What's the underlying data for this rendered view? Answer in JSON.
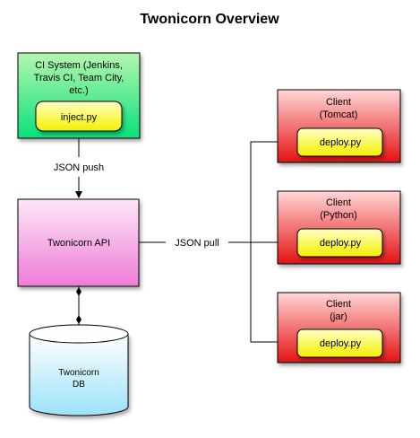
{
  "title": "Twonicorn Overview",
  "ci_system": {
    "label_lines": [
      "CI System (Jenkins,",
      "Travis CI, Team City,",
      "etc.)"
    ],
    "inner_label": "inject.py"
  },
  "edges": {
    "push_label": "JSON push",
    "pull_label": "JSON pull"
  },
  "api": {
    "label": "Twonicorn API"
  },
  "db": {
    "label_lines": [
      "Twonicorn",
      "DB"
    ]
  },
  "clients": [
    {
      "label_lines": [
        "Client",
        "(Tomcat)"
      ],
      "inner_label": "deploy.py"
    },
    {
      "label_lines": [
        "Client",
        "(Python)"
      ],
      "inner_label": "deploy.py"
    },
    {
      "label_lines": [
        "Client",
        "(jar)"
      ],
      "inner_label": "deploy.py"
    }
  ],
  "colors": {
    "ci_top": "#b6f5ae",
    "ci_bottom": "#08e27a",
    "api_top": "#fbe8f6",
    "api_bottom": "#f07ad8",
    "db_top": "#ffffff",
    "db_bottom": "#9be2f8",
    "client_top": "#ffd7d7",
    "client_bottom": "#e41313",
    "inner_top": "#ffffc8",
    "inner_bottom": "#f4f000"
  }
}
